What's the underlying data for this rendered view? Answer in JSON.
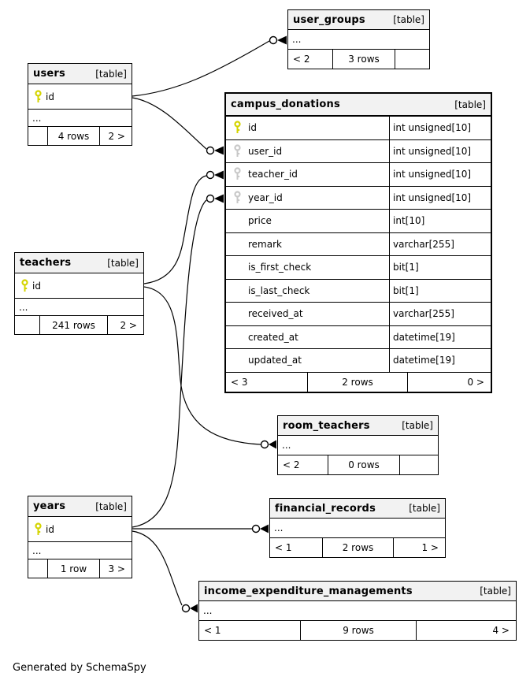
{
  "diagram": {
    "footer_note": "Generated by SchemaSpy",
    "colors": {
      "primary_key": "#d4d400",
      "foreign_key": "#c8c8c8",
      "header_bg": "#f2f2f2",
      "line": "#000000"
    },
    "tables": {
      "user_groups": {
        "name": "user_groups",
        "tag": "[table]",
        "collapsed": "...",
        "footer": [
          "< 2",
          "3 rows",
          ""
        ]
      },
      "users": {
        "name": "users",
        "tag": "[table]",
        "primary_key": "id",
        "collapsed": "...",
        "footer": [
          "",
          "4 rows",
          "2 >"
        ]
      },
      "campus_donations": {
        "name": "campus_donations",
        "tag": "[table]",
        "columns": [
          {
            "name": "id",
            "type": "int unsigned[10]",
            "key": "primary"
          },
          {
            "name": "user_id",
            "type": "int unsigned[10]",
            "key": "foreign"
          },
          {
            "name": "teacher_id",
            "type": "int unsigned[10]",
            "key": "foreign"
          },
          {
            "name": "year_id",
            "type": "int unsigned[10]",
            "key": "foreign"
          },
          {
            "name": "price",
            "type": "int[10]",
            "key": ""
          },
          {
            "name": "remark",
            "type": "varchar[255]",
            "key": ""
          },
          {
            "name": "is_first_check",
            "type": "bit[1]",
            "key": ""
          },
          {
            "name": "is_last_check",
            "type": "bit[1]",
            "key": ""
          },
          {
            "name": "received_at",
            "type": "varchar[255]",
            "key": ""
          },
          {
            "name": "created_at",
            "type": "datetime[19]",
            "key": ""
          },
          {
            "name": "updated_at",
            "type": "datetime[19]",
            "key": ""
          }
        ],
        "footer": [
          "< 3",
          "2 rows",
          "0 >"
        ]
      },
      "teachers": {
        "name": "teachers",
        "tag": "[table]",
        "primary_key": "id",
        "collapsed": "...",
        "footer": [
          "",
          "241 rows",
          "2 >"
        ]
      },
      "room_teachers": {
        "name": "room_teachers",
        "tag": "[table]",
        "collapsed": "...",
        "footer": [
          "< 2",
          "0 rows",
          ""
        ]
      },
      "years": {
        "name": "years",
        "tag": "[table]",
        "primary_key": "id",
        "collapsed": "...",
        "footer": [
          "",
          "1 row",
          "3 >"
        ]
      },
      "financial_records": {
        "name": "financial_records",
        "tag": "[table]",
        "collapsed": "...",
        "footer": [
          "< 1",
          "2 rows",
          "1 >"
        ]
      },
      "income_expenditure_managements": {
        "name": "income_expenditure_managements",
        "tag": "[table]",
        "collapsed": "...",
        "footer": [
          "< 1",
          "9 rows",
          "4 >"
        ]
      }
    },
    "relationships": [
      {
        "parent": "users.id",
        "child": "user_groups"
      },
      {
        "parent": "users.id",
        "child": "campus_donations.user_id"
      },
      {
        "parent": "teachers.id",
        "child": "campus_donations.teacher_id"
      },
      {
        "parent": "teachers.id",
        "child": "room_teachers"
      },
      {
        "parent": "years.id",
        "child": "campus_donations.year_id"
      },
      {
        "parent": "years.id",
        "child": "financial_records"
      },
      {
        "parent": "years.id",
        "child": "income_expenditure_managements"
      }
    ]
  }
}
